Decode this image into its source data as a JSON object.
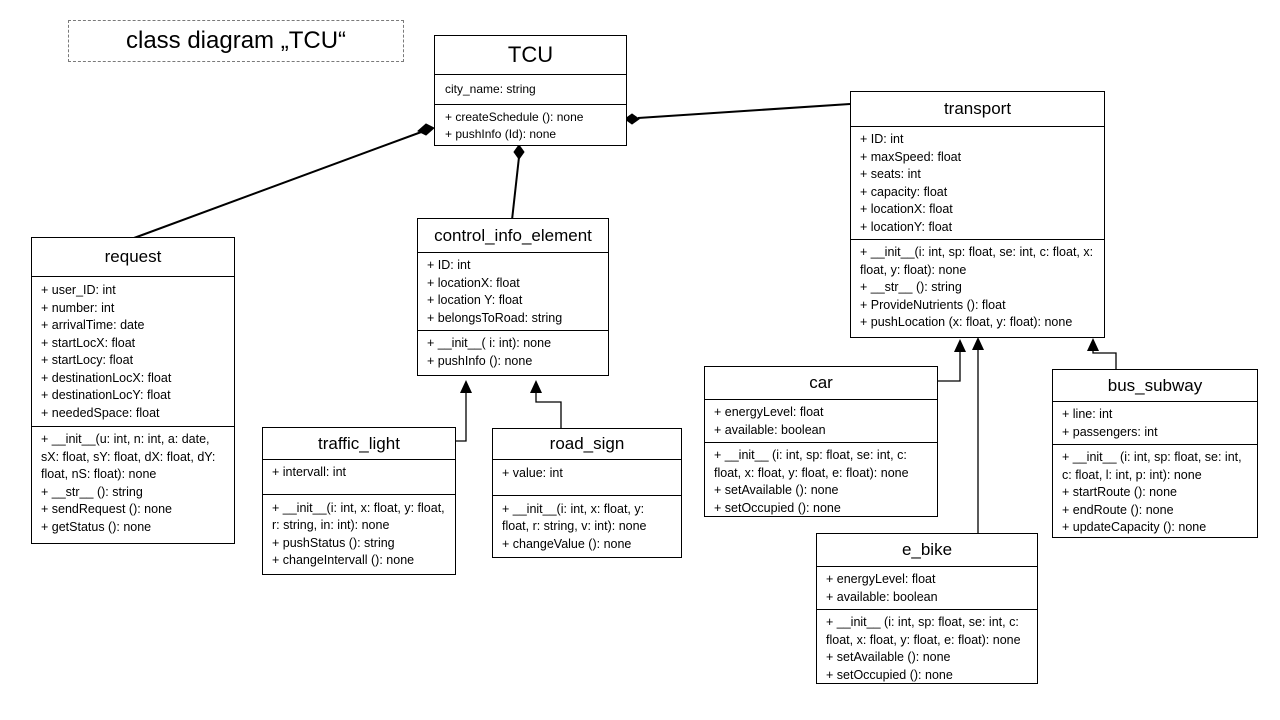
{
  "diagram_title": "class diagram „TCU“",
  "classes": {
    "tcu": {
      "name": "TCU",
      "attributes": [
        "city_name: string"
      ],
      "methods": [
        "+ createSchedule (): none",
        "+ pushInfo (Id): none"
      ]
    },
    "transport": {
      "name": "transport",
      "attributes": [
        "+ ID: int",
        "+ maxSpeed: float",
        "+ seats: int",
        "+ capacity: float",
        "+ locationX: float",
        "+ locationY: float"
      ],
      "methods": [
        "+ __init__(i: int, sp: float, se: int, c: float, x: float, y: float): none",
        "+ __str__ (): string",
        "+ ProvideNutrients (): float",
        "+ pushLocation (x: float, y: float): none"
      ]
    },
    "request": {
      "name": "request",
      "attributes": [
        "+ user_ID: int",
        "+ number: int",
        "+ arrivalTime: date",
        "+ startLocX: float",
        "+ startLocy: float",
        "+ destinationLocX: float",
        "+ destinationLocY: float",
        "+ neededSpace: float"
      ],
      "methods": [
        "+ __init__(u: int, n: int, a: date, sX: float, sY: float, dX: float, dY: float, nS: float): none",
        "+ __str__ (): string",
        "+ sendRequest (): none",
        "+ getStatus (): none"
      ]
    },
    "control_info_element": {
      "name": "control_info_element",
      "attributes": [
        "+ ID: int",
        "+ locationX: float",
        "+ location Y: float",
        "+ belongsToRoad: string"
      ],
      "methods": [
        "+ __init__( i: int): none",
        "+ pushInfo (): none"
      ]
    },
    "traffic_light": {
      "name": "traffic_light",
      "attributes": [
        "+ intervall: int"
      ],
      "methods": [
        "+ __init__(i: int, x: float, y: float, r: string, in: int): none",
        "+ pushStatus (): string",
        "+ changeIntervall (): none"
      ]
    },
    "road_sign": {
      "name": "road_sign",
      "attributes": [
        "+ value: int"
      ],
      "methods": [
        "+ __init__(i: int, x: float, y: float, r: string, v: int): none",
        "+ changeValue (): none"
      ]
    },
    "car": {
      "name": "car",
      "attributes": [
        "+ energyLevel: float",
        "+ available: boolean"
      ],
      "methods": [
        "+ __init__ (i: int, sp: float, se: int, c: float, x: float, y: float, e: float): none",
        "+ setAvailable (): none",
        "+ setOccupied (): none"
      ]
    },
    "e_bike": {
      "name": "e_bike",
      "attributes": [
        "+ energyLevel: float",
        "+ available: boolean"
      ],
      "methods": [
        "+ __init__ (i: int, sp: float, se: int, c: float, x: float, y: float, e: float): none",
        "+ setAvailable (): none",
        "+ setOccupied (): none"
      ]
    },
    "bus_subway": {
      "name": "bus_subway",
      "attributes": [
        "+ line: int",
        "+ passengers: int"
      ],
      "methods": [
        "+ __init__ (i: int, sp: float, se: int, c: float, l: int, p: int): none",
        "+ startRoute (): none",
        "+ endRoute (): none",
        "+ updateCapacity (): none"
      ]
    }
  },
  "relationships": [
    {
      "type": "composition",
      "whole": "TCU",
      "part": "request"
    },
    {
      "type": "composition",
      "whole": "TCU",
      "part": "control_info_element"
    },
    {
      "type": "composition",
      "whole": "TCU",
      "part": "transport"
    },
    {
      "type": "generalization",
      "parent": "control_info_element",
      "child": "traffic_light"
    },
    {
      "type": "generalization",
      "parent": "control_info_element",
      "child": "road_sign"
    },
    {
      "type": "generalization",
      "parent": "transport",
      "child": "car"
    },
    {
      "type": "generalization",
      "parent": "transport",
      "child": "e_bike"
    },
    {
      "type": "generalization",
      "parent": "transport",
      "child": "bus_subway"
    }
  ]
}
